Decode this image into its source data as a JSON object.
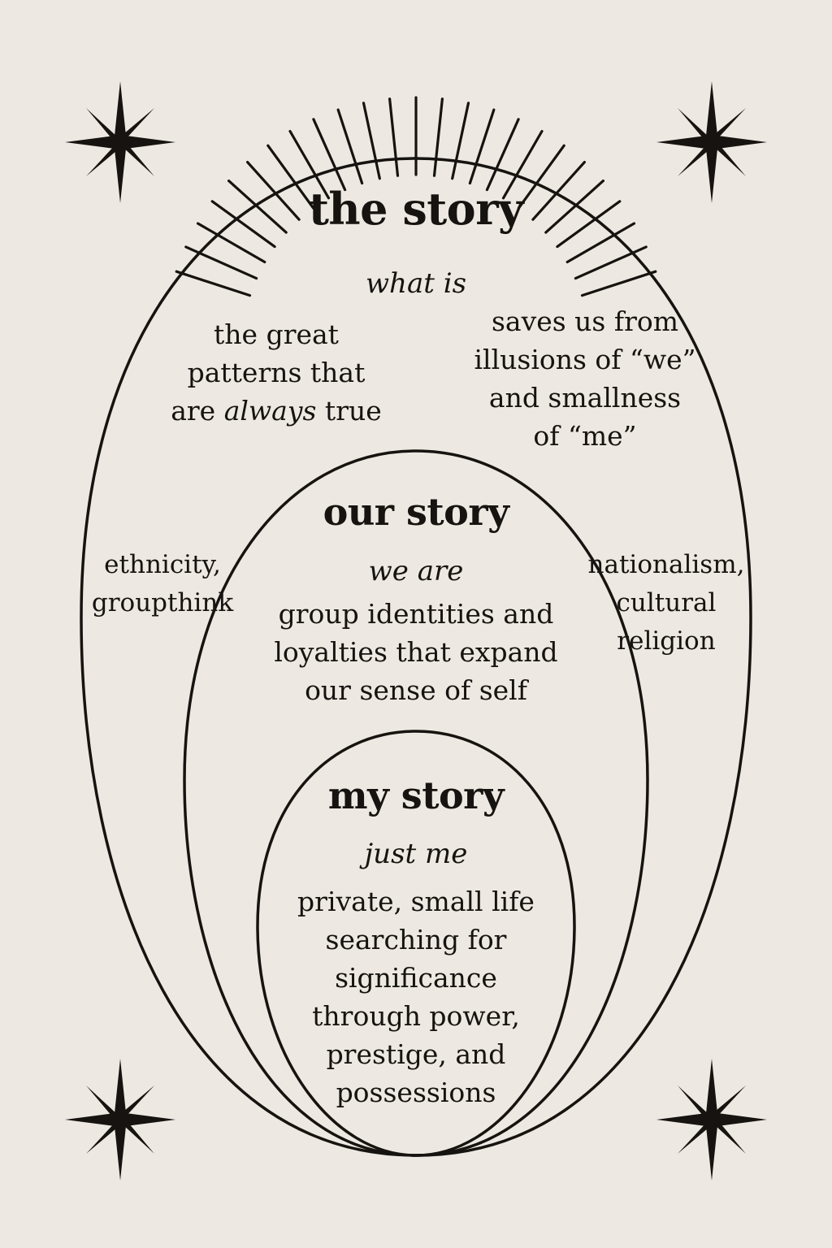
{
  "colors": {
    "background": "#ede9e2",
    "ink": "#161310"
  },
  "outer": {
    "title": "the story",
    "tagline": "what is",
    "left_text": [
      "the great",
      "patterns that"
    ],
    "left_last": {
      "before": "are ",
      "emphasis": "always",
      "after": " true"
    },
    "right_text": [
      "saves us from",
      "illusions of “we”",
      "and smallness",
      "of “me”"
    ]
  },
  "middle": {
    "title": "our story",
    "tagline": "we are",
    "body": [
      "group identities and",
      "loyalties that expand",
      "our sense of self"
    ],
    "left_note": [
      "ethnicity,",
      "groupthink"
    ],
    "right_note": [
      "nationalism,",
      "cultural",
      "religion"
    ]
  },
  "inner": {
    "title": "my story",
    "tagline": "just me",
    "body": [
      "private, small life",
      "searching for",
      "significance",
      "through power,",
      "prestige, and",
      "possessions"
    ]
  },
  "decorations": {
    "icons": [
      "sunburst-rays-icon",
      "star-icon"
    ]
  }
}
